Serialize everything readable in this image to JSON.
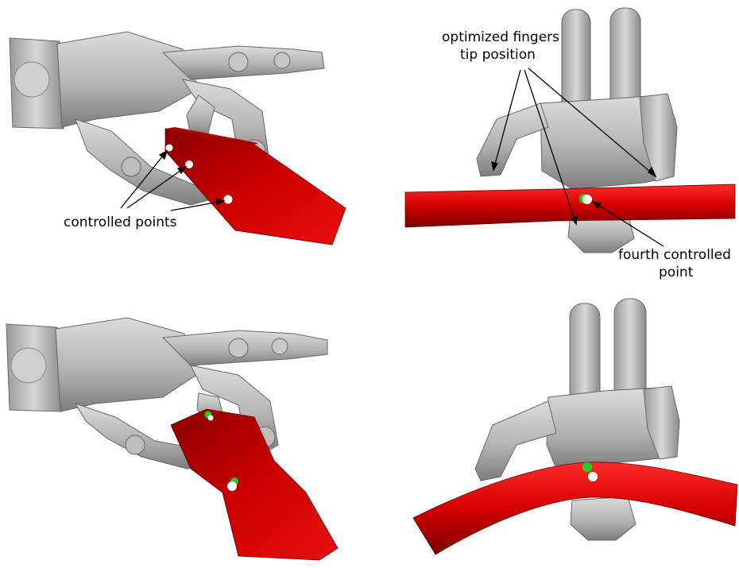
{
  "annotations": {
    "controlled_points": "controlled points",
    "optimized_tip_line1": "optimized fingers",
    "optimized_tip_line2": "tip position",
    "fourth_point_line1": "fourth controlled",
    "fourth_point_line2": "point"
  },
  "colors": {
    "hand_gray": "#b9b9b9",
    "hand_dark": "#7c7c7c",
    "object_red": "#c80000",
    "controlled_point": "#ffffff",
    "optimized_point": "#1ed21e"
  }
}
